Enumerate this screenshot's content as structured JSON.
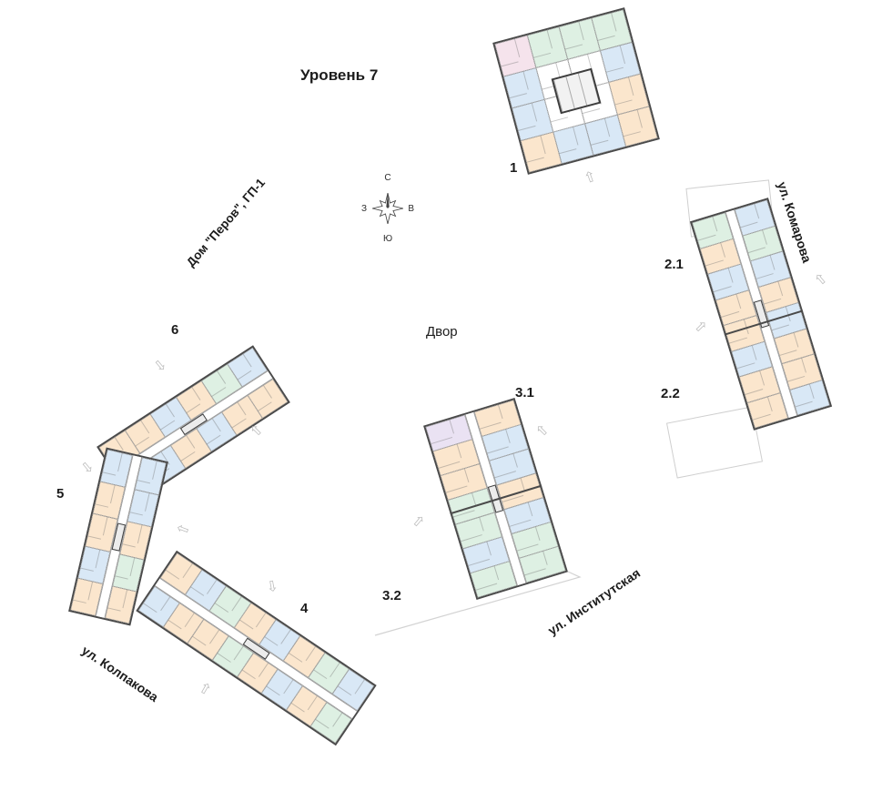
{
  "page": {
    "title": "Уровень 7",
    "project": "Дом \"Перов\", ГП-1",
    "courtyard": "Двор"
  },
  "compass": {
    "n": "С",
    "e": "В",
    "s": "Ю",
    "w": "З"
  },
  "streets": [
    {
      "id": "komarova",
      "label": "ул. Комарова"
    },
    {
      "id": "institutskaya",
      "label": "ул. Институтская"
    },
    {
      "id": "kolpakova",
      "label": "ул. Колпакова"
    }
  ],
  "building_labels": [
    {
      "id": "b1",
      "text": "1"
    },
    {
      "id": "b21",
      "text": "2.1"
    },
    {
      "id": "b22",
      "text": "2.2"
    },
    {
      "id": "b31",
      "text": "3.1"
    },
    {
      "id": "b32",
      "text": "3.2"
    },
    {
      "id": "b4",
      "text": "4"
    },
    {
      "id": "b5",
      "text": "5"
    },
    {
      "id": "b6",
      "text": "6"
    }
  ],
  "icons": {
    "entrance_arrow": "⇧"
  },
  "palette": {
    "peach": "#fbe6cd",
    "blue": "#d9e8f6",
    "green": "#def0e3",
    "purple": "#eae2f3",
    "pink": "#f5e3ec",
    "white": "#ffffff",
    "outline": "#4a4a4a",
    "parcel": "#cfcfcf"
  },
  "buildings": [
    {
      "id": "b1",
      "type": "block",
      "grid": [
        "pink",
        "green",
        "green",
        "green",
        "blue",
        "white",
        "white",
        "blue",
        "blue",
        "white",
        "white",
        "peach",
        "peach",
        "blue",
        "blue",
        "peach"
      ]
    },
    {
      "id": "b2",
      "type": "strip",
      "rows": [
        [
          "green",
          "peach",
          "blue",
          "peach",
          "peach",
          "blue",
          "peach",
          "peach"
        ],
        [
          "blue",
          "green",
          "blue",
          "peach",
          "blue",
          "peach",
          "peach",
          "blue"
        ]
      ]
    },
    {
      "id": "b3",
      "type": "strip",
      "rows": [
        [
          "purple",
          "peach",
          "peach",
          "green",
          "green",
          "blue",
          "green"
        ],
        [
          "peach",
          "blue",
          "blue",
          "peach",
          "blue",
          "green",
          "green"
        ]
      ]
    },
    {
      "id": "b4",
      "type": "strip",
      "rows": [
        [
          "peach",
          "blue",
          "green",
          "peach",
          "blue",
          "peach",
          "green",
          "blue"
        ],
        [
          "blue",
          "peach",
          "peach",
          "green",
          "peach",
          "blue",
          "peach",
          "green"
        ]
      ]
    },
    {
      "id": "b5",
      "type": "strip",
      "rows": [
        [
          "blue",
          "peach",
          "peach",
          "blue",
          "peach"
        ],
        [
          "blue",
          "blue",
          "peach",
          "green",
          "peach"
        ]
      ]
    },
    {
      "id": "b6",
      "type": "strip",
      "rows": [
        [
          "peach",
          "peach",
          "blue",
          "peach",
          "green",
          "blue"
        ],
        [
          "green",
          "blue",
          "peach",
          "blue",
          "peach",
          "peach"
        ]
      ]
    }
  ]
}
